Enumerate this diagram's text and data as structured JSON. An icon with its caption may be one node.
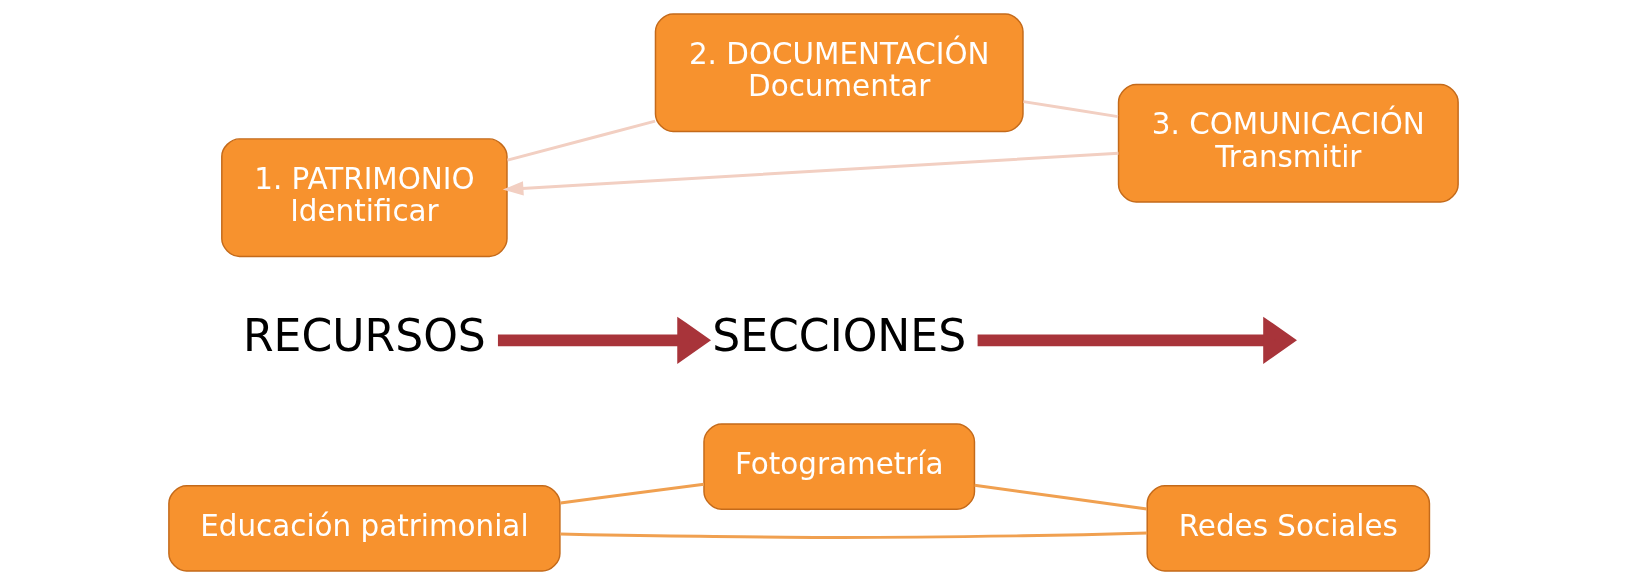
{
  "diagram": {
    "nodes": [
      {
        "text": [
          "Educación patrimonial"
        ]
      },
      {
        "text": [
          "Redes Sociales"
        ]
      },
      {
        "text": [
          "Fotogrametría"
        ]
      },
      {
        "text": [
          "RECURSOS"
        ]
      },
      {
        "text": [
          "1. PATRIMONIO",
          "Identificar"
        ]
      },
      {
        "text": [
          "3. COMUNICACIÓN",
          "Transmitir"
        ]
      },
      {
        "text": [
          "2. DOCUMENTACIÓN",
          "Documentar"
        ]
      },
      {
        "text": [
          "SECCIONES"
        ]
      }
    ],
    "edges": [
      {
        "from": 0,
        "to": 2,
        "arrow": "none",
        "color": "#f0a050"
      },
      {
        "from": 2,
        "to": 1,
        "arrow": "none",
        "color": "#f0a050"
      },
      {
        "from": 1,
        "to": 0,
        "arrow": "none",
        "color": "#f0a050"
      },
      {
        "from": 3,
        "to": 7,
        "arrow": "to",
        "style": "thick",
        "color": "#a8343a"
      },
      {
        "from": 7,
        "to": null,
        "arrow": "to",
        "style": "thick",
        "color": "#a8343a"
      },
      {
        "from": 5,
        "to": 4,
        "arrow": "to",
        "color": "#f2cfc2"
      },
      {
        "from": 4,
        "to": 6,
        "arrow": "none",
        "color": "#f2cfc2"
      },
      {
        "from": 6,
        "to": 5,
        "arrow": "none",
        "color": "#f2cfc2"
      }
    ]
  }
}
